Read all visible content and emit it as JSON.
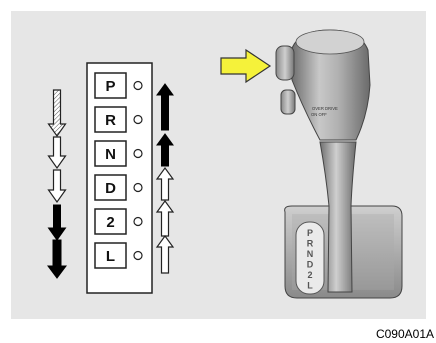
{
  "gate_positions": [
    "P",
    "R",
    "N",
    "D",
    "2",
    "L"
  ],
  "slot_label": [
    "P",
    "R",
    "N",
    "D",
    "2",
    "L"
  ],
  "overdrive_switch": {
    "line1": "OVER DRIVE",
    "line2": "ON   OFF"
  },
  "figure_code": "C090A01A",
  "colors": {
    "background": "#e6e6e6",
    "pointer_arrow": "#f5f23a",
    "solid_arrow": "#000000",
    "hatched_arrow": "#c8c8c8",
    "knob": "#9a9a9a"
  },
  "left_arrows": [
    "hatched-down",
    "outline-down",
    "outline-down",
    "solid-down",
    "solid-down"
  ],
  "right_arrows": [
    "solid-up",
    "solid-up",
    "outline-up",
    "outline-up",
    "outline-up"
  ]
}
